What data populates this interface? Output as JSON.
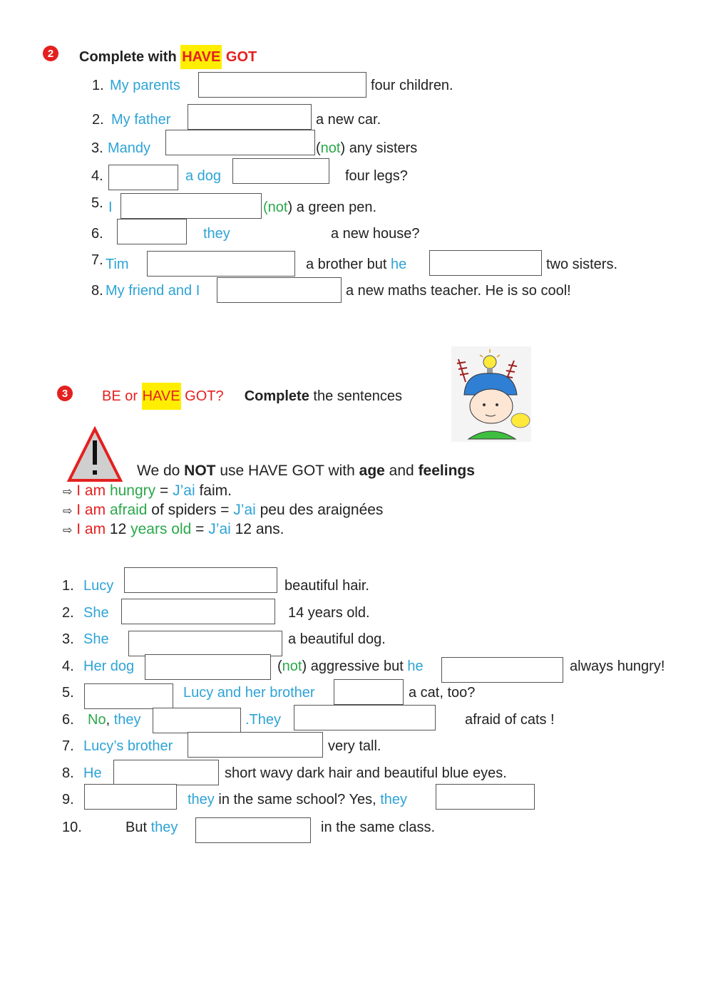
{
  "ex2": {
    "number": "2",
    "title_pre": "Complete with",
    "title_have": "HAVE",
    "title_got": "GOT",
    "items": [
      {
        "num": "1.",
        "subject": "My parents",
        "rest": "four  children."
      },
      {
        "num": "2.",
        "subject": "My father",
        "rest": "a new car."
      },
      {
        "num": "3.",
        "subject": "Mandy",
        "not_open": "(",
        "not": "not",
        "not_close": ")",
        "rest": " any  sisters"
      },
      {
        "num": "4.",
        "mid": "a  dog",
        "rest": "four legs?"
      },
      {
        "num": "5.",
        "subject": "I",
        "not_open": "(",
        "not": "not",
        "not_close": ")",
        "rest": " a  green  pen."
      },
      {
        "num": "6.",
        "mid": "they",
        "rest": "a  new house?"
      },
      {
        "num": "7.",
        "subject": "Tim",
        "mid_pre": "a  brother but",
        "mid": "he",
        "rest": "two sisters."
      },
      {
        "num": "8.",
        "subject": "My friend and I",
        "rest": "a new maths teacher. He is so cool!"
      }
    ]
  },
  "ex3": {
    "number": "3",
    "title_be": "BE or",
    "title_have": "HAVE",
    "title_got": "GOT?",
    "title_complete": "Complete",
    "title_rest": "the sentences",
    "warning": {
      "pre": "We do",
      "not": "NOT",
      "mid1": "use HAVE GOT with",
      "age": "age",
      "and": "and",
      "feelings": "feelings"
    },
    "examples": [
      {
        "i": "I am",
        "g": "hungry",
        "t1": " = ",
        "j": "J’ai",
        "t2": " faim."
      },
      {
        "i": "I am",
        "g": "afraid",
        "t1": " of spiders = ",
        "j": "J’ai",
        "t2": " peu des araignées"
      },
      {
        "i": "I am",
        "t0": " 12 ",
        "g": "years old",
        "t1": " = ",
        "j": "J’ai",
        "t2": " 12 ans."
      }
    ],
    "items": [
      {
        "num": "1.",
        "subject": "Lucy",
        "rest": "beautiful hair."
      },
      {
        "num": "2.",
        "subject": "She",
        "rest": "14 years old."
      },
      {
        "num": "3.",
        "subject": "She",
        "rest": "a beautiful dog."
      },
      {
        "num": "4.",
        "subject": "Her dog",
        "not_open": "(",
        "not": "not",
        "mid_text": ") aggressive but",
        "mid": "he",
        "rest": "always hungry!"
      },
      {
        "num": "5.",
        "mid": "Lucy and her brother",
        "rest": "a cat, too?"
      },
      {
        "num": "6.",
        "no": "No",
        "comma": ",",
        "subject": "they",
        "mid": ".They",
        "rest": "afraid of cats !"
      },
      {
        "num": "7.",
        "subject": "Lucy’s brother",
        "rest": "very tall."
      },
      {
        "num": "8.",
        "subject": "He",
        "rest": "short wavy dark hair and beautiful blue eyes."
      },
      {
        "num": "9.",
        "mid": "they",
        "mid_text": "in the same school? Yes,",
        "mid2": "they"
      },
      {
        "num": "10.",
        "pre": "But",
        "subject": "they",
        "rest": "in the same class."
      }
    ]
  },
  "colors": {
    "blue": "#2ea3d6",
    "green": "#2aa84a",
    "red": "#e4201f",
    "highlight": "#ffee00"
  }
}
